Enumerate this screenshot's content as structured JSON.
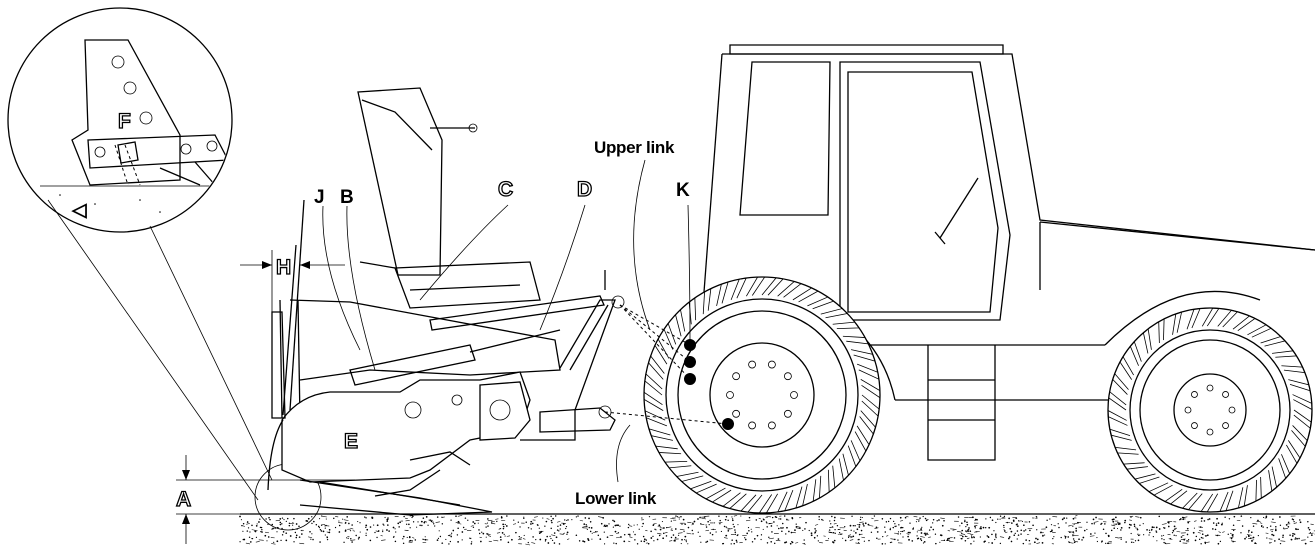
{
  "labels": {
    "F": "F",
    "J": "J",
    "B": "B",
    "C": "C",
    "D": "D",
    "K": "K",
    "H": "H",
    "E": "E",
    "A": "A"
  },
  "link_labels": {
    "upper": "Upper link",
    "lower": "Lower link"
  },
  "colors": {
    "line": "#000000",
    "background": "#ffffff",
    "ground_speckle": "#000000"
  }
}
